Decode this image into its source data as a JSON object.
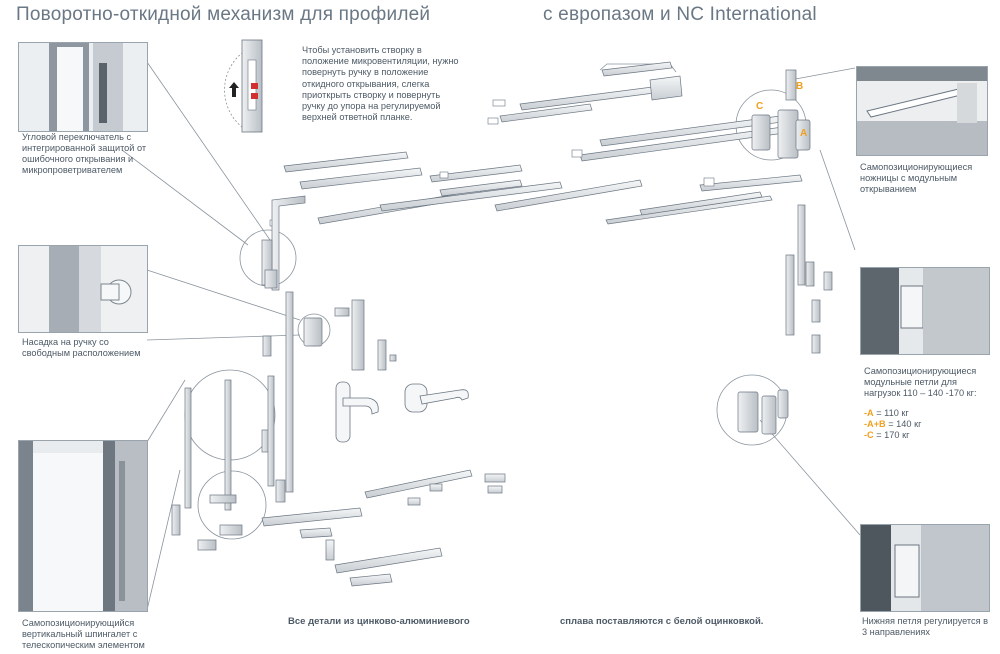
{
  "title": {
    "left": "Поворотно-откидной механизм для профилей",
    "right": "с европазом и NC International"
  },
  "captions": {
    "corner_switch": "Угловой переключатель с интегрированной защитой от ошибочного открывания и микропроветривателем",
    "handle_nozzle": "Насадка на ручку со свободным расположением",
    "vertical_bolt": "Самопозиционирующийся вертикальный шпингалет с телескопическим элементом",
    "scissors": "Самопозиционирующиеся ножницы с модульным открыванием",
    "modular_hinges": "Самопозиционирующиеся модульные петли для нагрузок 110 – 140 -170 кг:",
    "bottom_hinge": "Нижняя петля регулируется в 3 направлениях"
  },
  "loads": [
    {
      "key": "-A",
      "value": "= 110 кг"
    },
    {
      "key": "-A+B",
      "value": "= 140 кг"
    },
    {
      "key": "-C",
      "value": "= 170 кг"
    }
  ],
  "instruction": "Чтобы установить створку в положение микровентиляции, нужно повернуть ручку в положение откидного открывания, слегка приоткрыть створку и повернуть ручку до упора на регулируемой верхней ответной планке.",
  "footer": {
    "left": "Все детали из цинково-алюминиевого",
    "right": "сплава поставляются с белой оцинковкой."
  },
  "hinge_letters": {
    "a": "A",
    "b": "B",
    "c": "C"
  },
  "colors": {
    "accent": "#f0a020",
    "line": "#6b7682",
    "part": "#dfe3e6",
    "red": "#d23030"
  }
}
